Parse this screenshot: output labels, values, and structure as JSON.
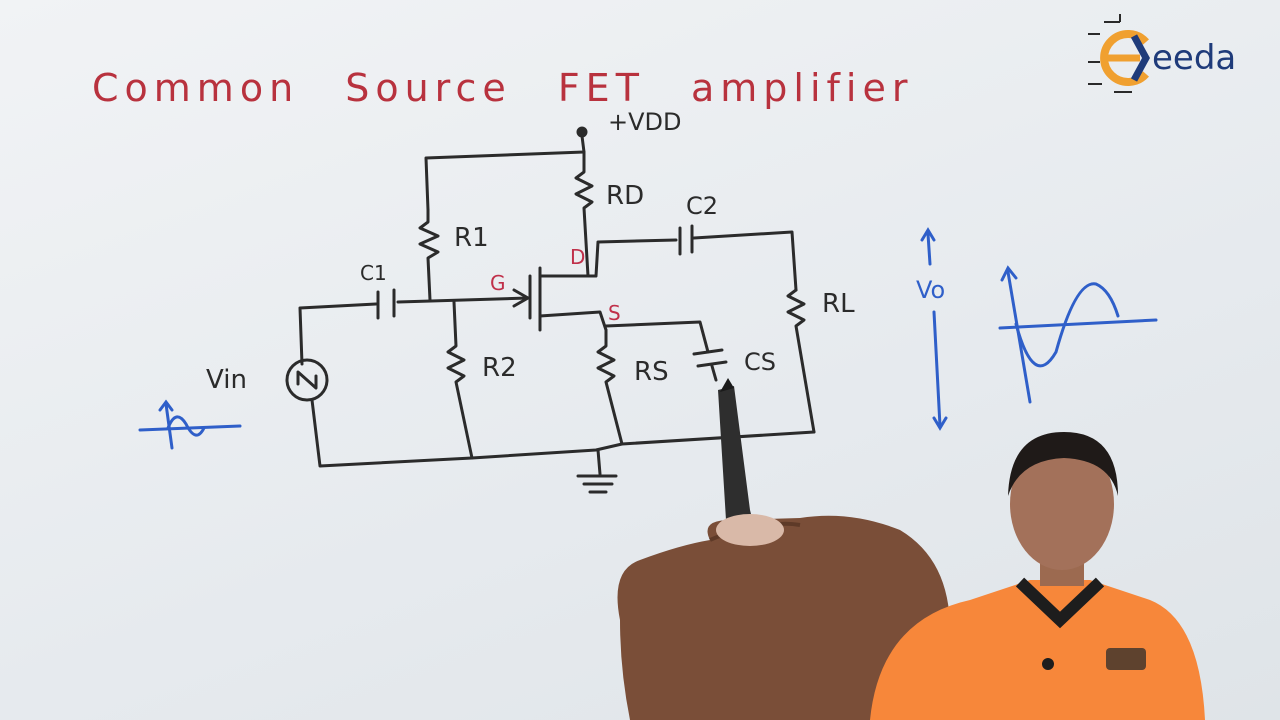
{
  "title": "Common Source FET amplifier",
  "logo": {
    "text": "eeda",
    "icon": "ekeeda-logo-icon"
  },
  "labels": {
    "vdd": "+VDD",
    "rd": "RD",
    "c2": "C2",
    "r1": "R1",
    "c1": "C1",
    "gate": "G",
    "drain": "D",
    "source": "S",
    "rl": "RL",
    "vin": "Vin",
    "r2": "R2",
    "rs": "RS",
    "cs": "CS",
    "vo": "Vo"
  },
  "colors": {
    "title": "#b8323e",
    "pin_labels": "#c0304a",
    "circuit_ink": "#2b2b2b",
    "waveform_ink": "#2f5fc9",
    "logo_accent": "#f0a030",
    "logo_text": "#1f3b7a",
    "shirt": "#f7873a"
  }
}
